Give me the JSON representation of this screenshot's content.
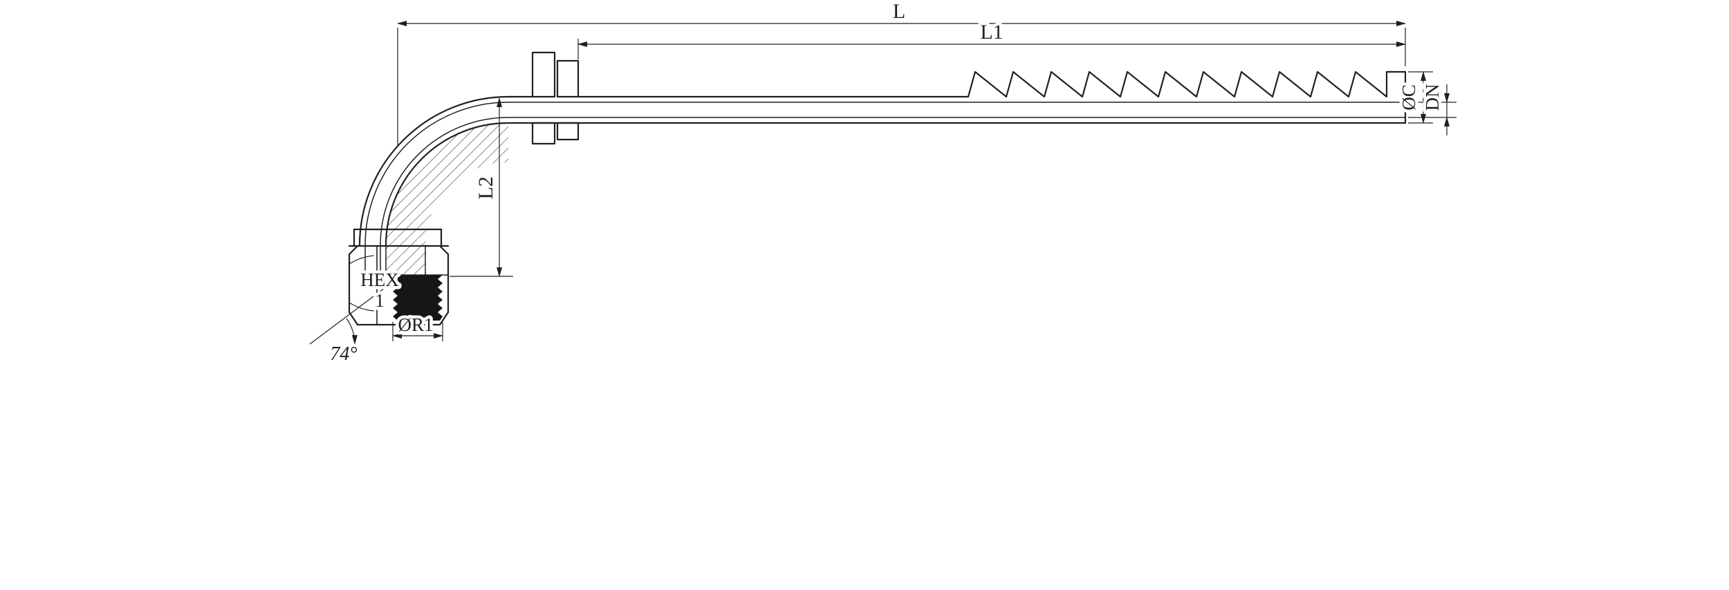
{
  "drawing": {
    "dimension_labels": {
      "overall_length": "L",
      "tail_length": "L1",
      "drop_length": "L2",
      "tail_outer_diameter": "ØC",
      "nominal_bore": "DN",
      "thread_diameter": "ØR1",
      "seat_angle": "74°"
    },
    "part_labels": {
      "hex_line1": "HEX",
      "hex_line2": "1"
    },
    "colors": {
      "background": "#ffffff",
      "line": "#1f1f1f"
    }
  }
}
